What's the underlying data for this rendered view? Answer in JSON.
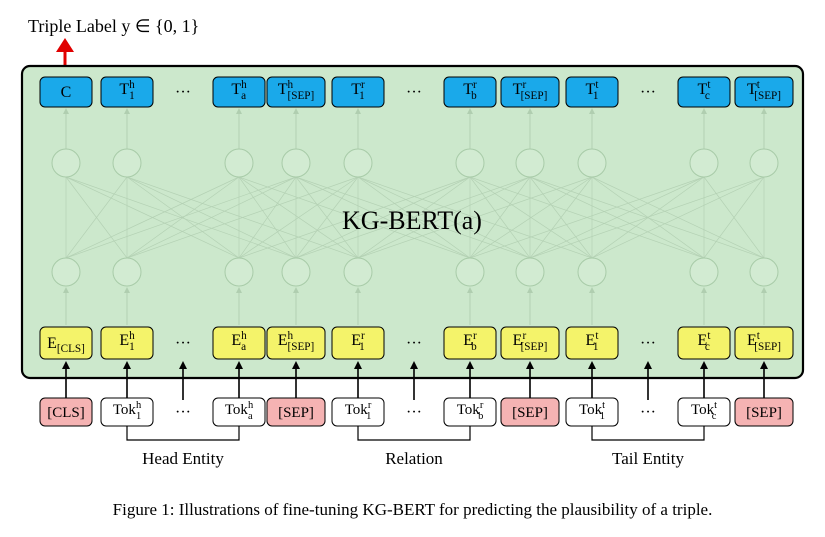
{
  "output_label": "Triple Label y ∈ {0, 1}",
  "model_name": "KG-BERT(a)",
  "outputs": [
    {
      "base": "C",
      "sup": "",
      "sub": ""
    },
    {
      "base": "T",
      "sup": "h",
      "sub": "1"
    },
    {
      "base": "···",
      "sup": "",
      "sub": "",
      "ellipsis": true
    },
    {
      "base": "T",
      "sup": "h",
      "sub": "a"
    },
    {
      "base": "T",
      "sup": "h",
      "sub": "[SEP]"
    },
    {
      "base": "T",
      "sup": "r",
      "sub": "1"
    },
    {
      "base": "···",
      "sup": "",
      "sub": "",
      "ellipsis": true
    },
    {
      "base": "T",
      "sup": "r",
      "sub": "b"
    },
    {
      "base": "T",
      "sup": "r",
      "sub": "[SEP]"
    },
    {
      "base": "T",
      "sup": "t",
      "sub": "1"
    },
    {
      "base": "···",
      "sup": "",
      "sub": "",
      "ellipsis": true
    },
    {
      "base": "T",
      "sup": "t",
      "sub": "c"
    },
    {
      "base": "T",
      "sup": "t",
      "sub": "[SEP]"
    }
  ],
  "embeddings": [
    {
      "base": "E",
      "sup": "",
      "sub": "[CLS]"
    },
    {
      "base": "E",
      "sup": "h",
      "sub": "1"
    },
    {
      "base": "···",
      "sup": "",
      "sub": "",
      "ellipsis": true
    },
    {
      "base": "E",
      "sup": "h",
      "sub": "a"
    },
    {
      "base": "E",
      "sup": "h",
      "sub": "[SEP]"
    },
    {
      "base": "E",
      "sup": "r",
      "sub": "1"
    },
    {
      "base": "···",
      "sup": "",
      "sub": "",
      "ellipsis": true
    },
    {
      "base": "E",
      "sup": "r",
      "sub": "b"
    },
    {
      "base": "E",
      "sup": "r",
      "sub": "[SEP]"
    },
    {
      "base": "E",
      "sup": "t",
      "sub": "1"
    },
    {
      "base": "···",
      "sup": "",
      "sub": "",
      "ellipsis": true
    },
    {
      "base": "E",
      "sup": "t",
      "sub": "c"
    },
    {
      "base": "E",
      "sup": "t",
      "sub": "[SEP]"
    }
  ],
  "tokens": [
    {
      "base": "[CLS]",
      "sup": "",
      "sub": "",
      "kind": "special"
    },
    {
      "base": "Tok",
      "sup": "h",
      "sub": "1",
      "kind": "token"
    },
    {
      "base": "···",
      "sup": "",
      "sub": "",
      "ellipsis": true
    },
    {
      "base": "Tok",
      "sup": "h",
      "sub": "a",
      "kind": "token"
    },
    {
      "base": "[SEP]",
      "sup": "",
      "sub": "",
      "kind": "special"
    },
    {
      "base": "Tok",
      "sup": "r",
      "sub": "1",
      "kind": "token"
    },
    {
      "base": "···",
      "sup": "",
      "sub": "",
      "ellipsis": true
    },
    {
      "base": "Tok",
      "sup": "r",
      "sub": "b",
      "kind": "token"
    },
    {
      "base": "[SEP]",
      "sup": "",
      "sub": "",
      "kind": "special"
    },
    {
      "base": "Tok",
      "sup": "t",
      "sub": "1",
      "kind": "token"
    },
    {
      "base": "···",
      "sup": "",
      "sub": "",
      "ellipsis": true
    },
    {
      "base": "Tok",
      "sup": "t",
      "sub": "c",
      "kind": "token"
    },
    {
      "base": "[SEP]",
      "sup": "",
      "sub": "",
      "kind": "special"
    }
  ],
  "groups": [
    {
      "label": "Head Entity",
      "from": 1,
      "to": 3
    },
    {
      "label": "Relation",
      "from": 5,
      "to": 7
    },
    {
      "label": "Tail Entity",
      "from": 9,
      "to": 11
    }
  ],
  "caption": "Figure 1: Illustrations of fine-tuning KG-BERT for predicting the plausibility of a triple.",
  "colors": {
    "output_box": "#1aa9ea",
    "embedding_box": "#f4f36a",
    "special_token_box": "#f5b3b3",
    "token_box": "#ffffff",
    "encoder_background": "#cce8cc",
    "output_arrow": "#e00000"
  }
}
